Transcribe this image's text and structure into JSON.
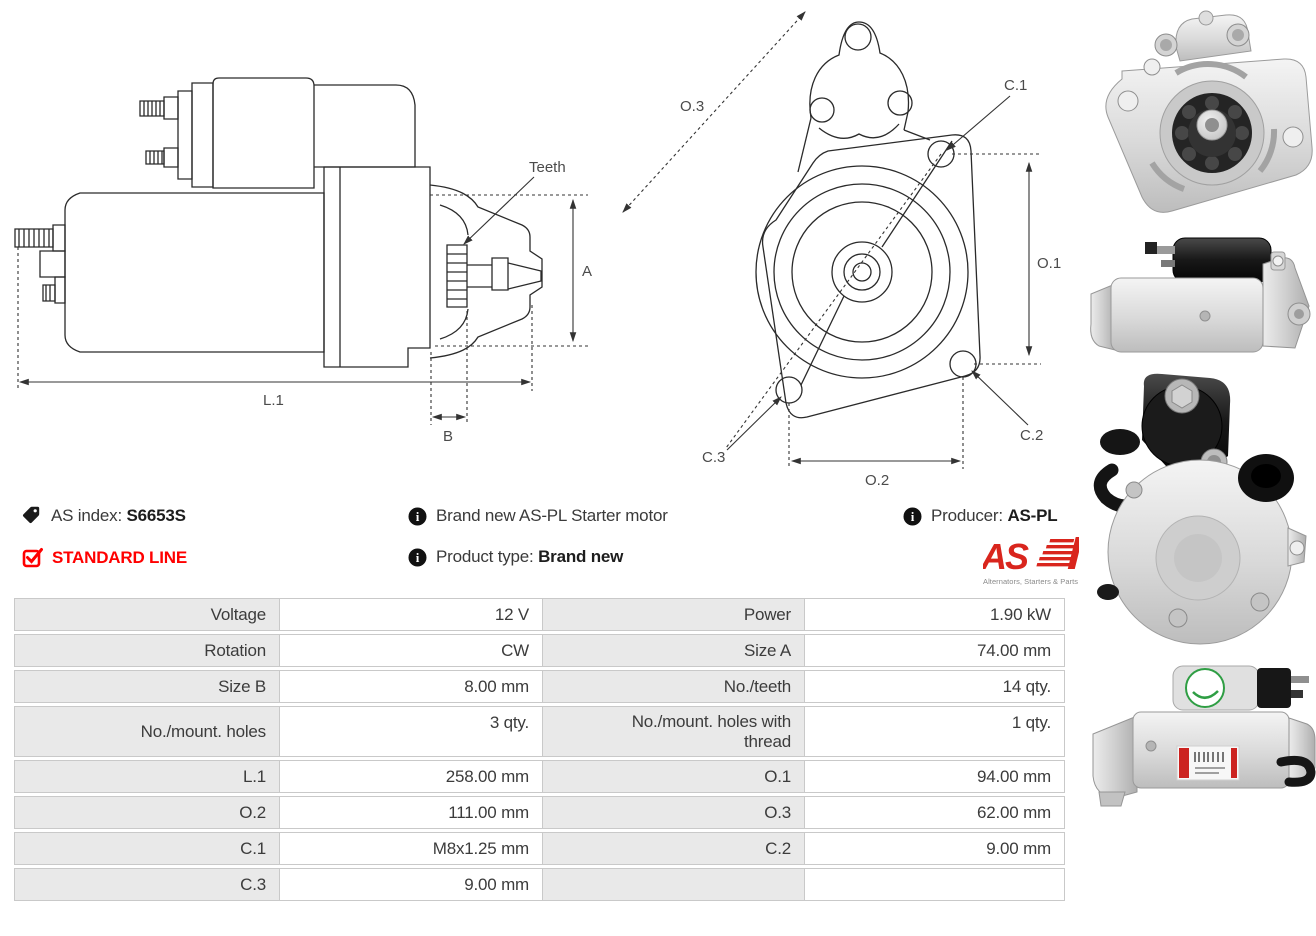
{
  "product": {
    "as_index_label": "AS index:",
    "as_index_value": "S6653S",
    "line_badge": "STANDARD LINE",
    "description": "Brand new AS-PL Starter motor",
    "product_type_label": "Product type:",
    "product_type_value": "Brand new",
    "producer_label": "Producer:",
    "producer_value": "AS-PL"
  },
  "brand": {
    "logo_text": "AS",
    "logo_tagline": "Alternators, Starters & Parts",
    "logo_color": "#d9251d",
    "accent_red": "#ff0000"
  },
  "diagrams": {
    "side_view": {
      "labels": {
        "teeth": "Teeth",
        "a": "A",
        "l1": "L.1",
        "b": "B"
      }
    },
    "front_view": {
      "labels": {
        "o1": "O.1",
        "o2": "O.2",
        "o3": "O.3",
        "c1": "C.1",
        "c2": "C.2",
        "c3": "C.3"
      }
    }
  },
  "spec_table": {
    "rows": [
      {
        "tall": false,
        "cells": [
          {
            "label": "Voltage",
            "value": "12 V"
          },
          {
            "label": "Power",
            "value": "1.90 kW"
          }
        ]
      },
      {
        "tall": false,
        "cells": [
          {
            "label": "Rotation",
            "value": "CW"
          },
          {
            "label": "Size A",
            "value": "74.00 mm"
          }
        ]
      },
      {
        "tall": false,
        "cells": [
          {
            "label": "Size B",
            "value": "8.00 mm"
          },
          {
            "label": "No./teeth",
            "value": "14 qty."
          }
        ]
      },
      {
        "tall": true,
        "cells": [
          {
            "label": "No./mount. holes",
            "value": "3 qty."
          },
          {
            "label": "No./mount. holes with\nthread",
            "value": "1 qty."
          }
        ]
      },
      {
        "tall": false,
        "cells": [
          {
            "label": "L.1",
            "value": "258.00 mm"
          },
          {
            "label": "O.1",
            "value": "94.00 mm"
          }
        ]
      },
      {
        "tall": false,
        "cells": [
          {
            "label": "O.2",
            "value": "111.00 mm"
          },
          {
            "label": "O.3",
            "value": "62.00 mm"
          }
        ]
      },
      {
        "tall": false,
        "cells": [
          {
            "label": "C.1",
            "value": "M8x1.25 mm"
          },
          {
            "label": "C.2",
            "value": "9.00 mm"
          }
        ]
      },
      {
        "tall": false,
        "cells": [
          {
            "label": "C.3",
            "value": "9.00 mm"
          },
          {
            "label": "",
            "value": ""
          }
        ]
      }
    ]
  },
  "photos": [
    "front-view",
    "side-view",
    "rear-view",
    "side-view-label"
  ]
}
